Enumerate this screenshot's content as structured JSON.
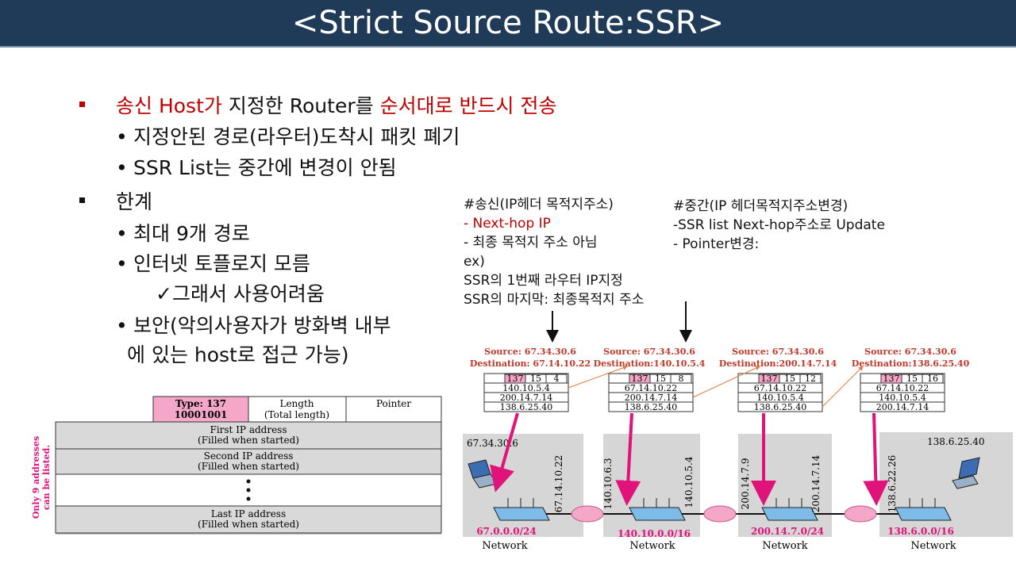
{
  "title": "<Strict Source Route:SSR>",
  "bullets": {
    "b1": {
      "p1": "송신 Host가",
      "p2": " 지정한 Router를 ",
      "p3": "순서대로 반드시 전송"
    },
    "b1_sub1": "지정안된 경로(라우터)도착시 패킷 폐기",
    "b1_sub2": "SSR List는 중간에 변경이 안됨",
    "b2": "한계",
    "b2_sub1": "최대 9개 경로",
    "b2_sub2": "인터넷 토플로지 모름",
    "b2_sub2_check": "✓그래서 사용어려움",
    "b2_sub3_line1": "보안(악의사용자가 방화벽 내부",
    "b2_sub3_line2": "에 있는 host로 접근 가능)"
  },
  "notes": {
    "sender": [
      "#송신(IP헤더 목적지주소)",
      "- Next-hop IP",
      "- 최종 목적지 주소 아님",
      "ex)",
      "SSR의 1번째 라우터 IP지정",
      "SSR의 마지막: 최종목적지 주소"
    ],
    "middle": [
      "#중간(IP 헤더목적지주소변경)",
      "-SSR list Next-hop주소로 Update",
      "- Pointer변경:"
    ]
  },
  "option_format": {
    "type_label": "Type: 137",
    "type_bits": "10001001",
    "length_label": "Length",
    "length_sub": "(Total length)",
    "pointer_label": "Pointer",
    "side_label_1": "Only 9 addresses",
    "side_label_2": "can be listed.",
    "rows": [
      {
        "line1": "First IP address",
        "line2": "(Filled when started)"
      },
      {
        "line1": "Second IP address",
        "line2": "(Filled when started)"
      },
      {
        "line1": "Last IP address",
        "line2": "(Filled when started)"
      }
    ]
  },
  "packets": [
    {
      "source": "Source:  67.34.30.6",
      "dest": "Destination:  67.14.10.22",
      "type": "137",
      "len": "15",
      "ptr": "4",
      "addrs": [
        "140.10.5.4",
        "200.14.7.14",
        "138.6.25.40"
      ]
    },
    {
      "source": "Source:  67.34.30.6",
      "dest": "Destination:140.10.5.4",
      "type": "137",
      "len": "15",
      "ptr": "8",
      "addrs": [
        "67.14.10.22",
        "200.14.7.14",
        "138.6.25.40"
      ]
    },
    {
      "source": "Source:  67.34.30.6",
      "dest": "Destination:200.14.7.14",
      "type": "137",
      "len": "15",
      "ptr": "12",
      "addrs": [
        "67.14.10.22",
        "140.10.5.4",
        "138.6.25.40"
      ]
    },
    {
      "source": "Source:  67.34.30.6",
      "dest": "Destination:138.6.25.40",
      "type": "137",
      "len": "15",
      "ptr": "16",
      "addrs": [
        "67.14.10.22",
        "140.10.5.4",
        "200.14.7.14"
      ]
    }
  ],
  "networks": [
    {
      "addr": "67.0.0.0/24",
      "label": "Network"
    },
    {
      "addr": "140.10.0.0/16",
      "label": "Network"
    },
    {
      "addr": "200.14.7.0/24",
      "label": "Network"
    },
    {
      "addr": "138.6.0.0/16",
      "label": "Network"
    }
  ],
  "hosts": {
    "source_ip": "67.34.30.6",
    "dest_ip": "138.6.25.40"
  },
  "iface_labels": [
    "67.14.10.22",
    "140.10.6.3",
    "140.10.5.4",
    "200.14.7.9",
    "200.14.7.14",
    "138.6.22.26"
  ]
}
